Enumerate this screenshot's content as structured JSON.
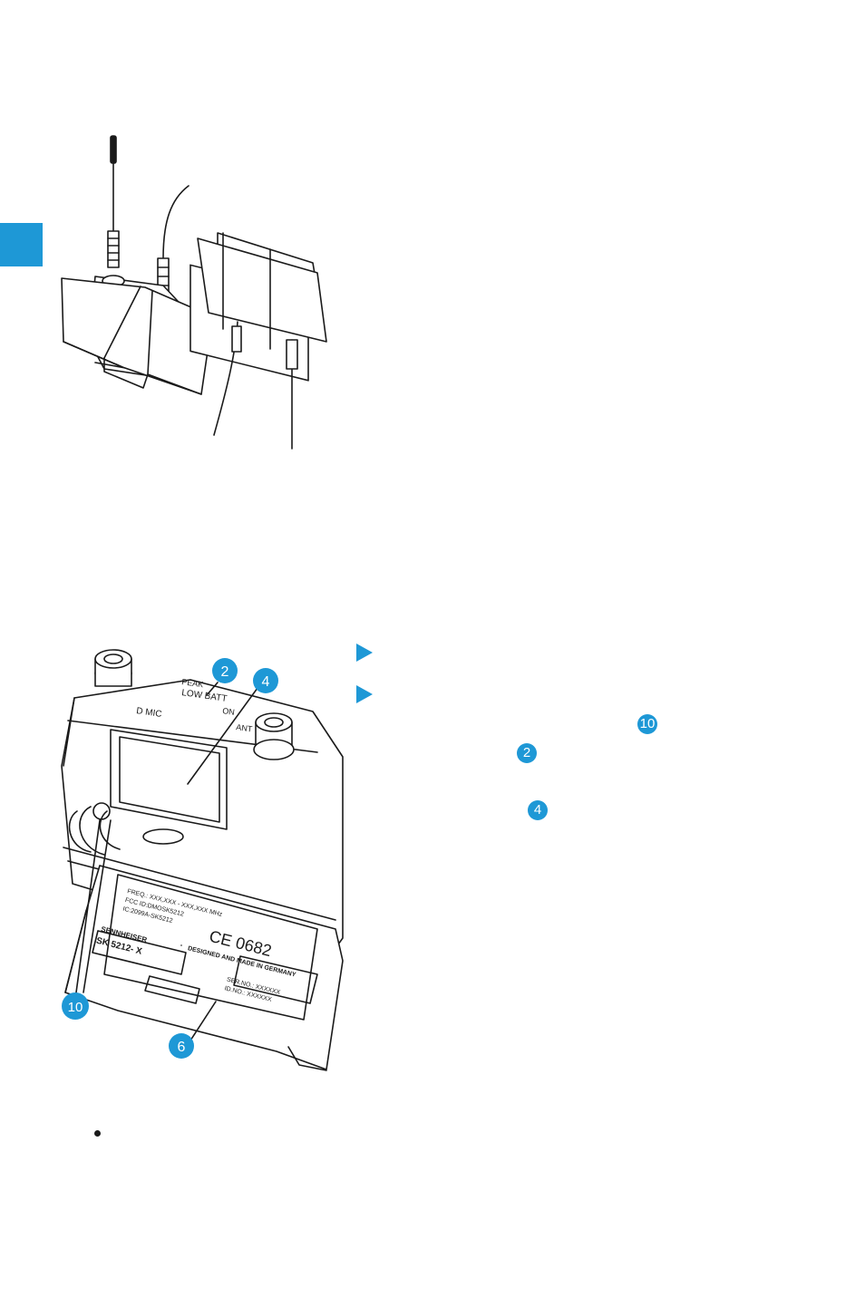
{
  "colors": {
    "accent": "#1e98d6",
    "line": "#1a1a1a"
  },
  "figure2": {
    "mic_labels": {
      "d_mic": "D MIC",
      "low_batt": "LOW BATT",
      "peak": "PEAK",
      "on": "ON",
      "ant": "ANT"
    },
    "label": {
      "freq": "FREQ.:  XXX,XXX - XXX,XXX  MHz",
      "fcc": "FCC ID:DMOSK5212",
      "ic": "IC:2099A-SK5212",
      "brand": "SENNHEISER",
      "model": "SK 5212- X",
      "ce": "CE 0682",
      "made": "DESIGNED AND MADE IN GERMANY",
      "serial": "SER.NO.:  XXXXXX",
      "idno": "ID.NO.:  XXXXXX"
    },
    "callouts": [
      "2",
      "4",
      "10",
      "6"
    ]
  },
  "steps": {
    "callouts": [
      "10",
      "2",
      "4"
    ]
  }
}
